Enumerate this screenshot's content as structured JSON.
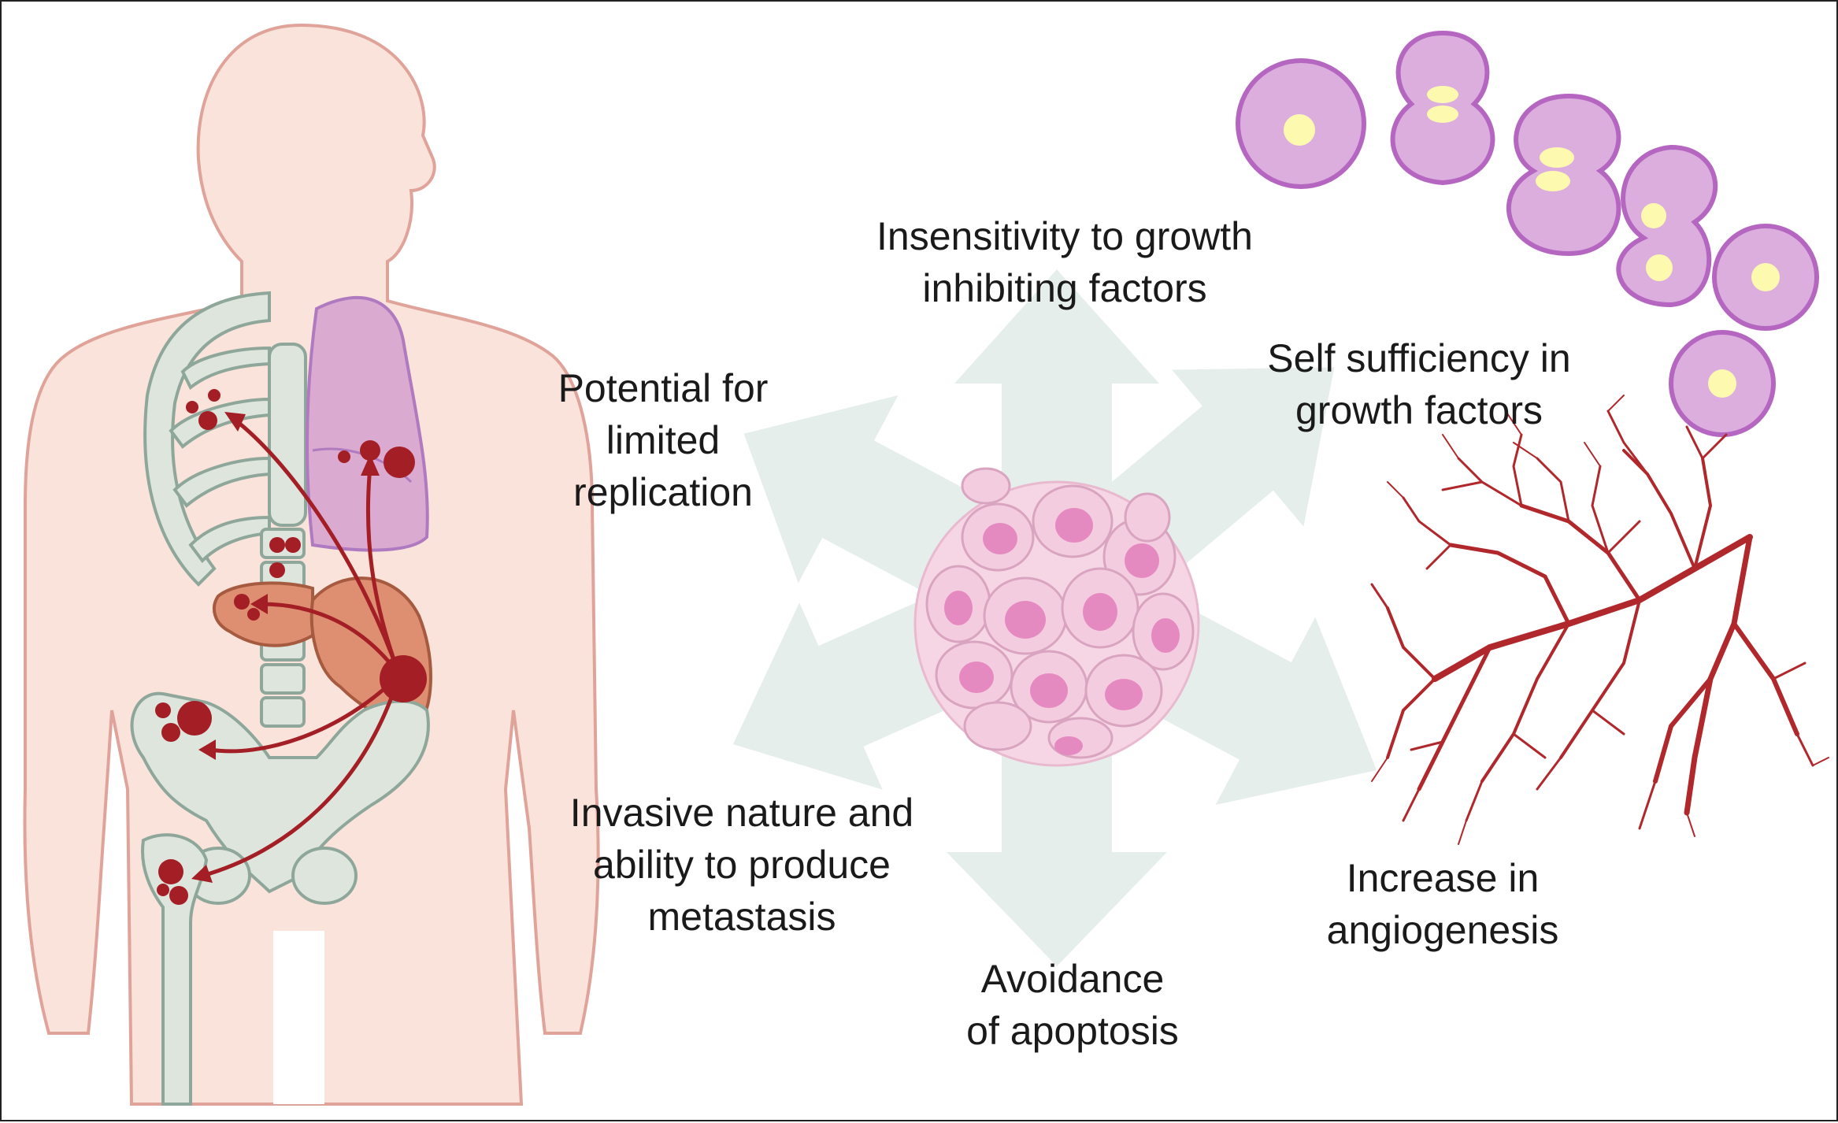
{
  "diagram": {
    "center": "tumor-cell-cluster",
    "labels": {
      "top": [
        "Insensitivity to growth",
        "inhibiting factors"
      ],
      "top_right": [
        "Self sufficiency in",
        "growth factors"
      ],
      "top_left": [
        "Potential for",
        "limited",
        "replication"
      ],
      "bottom_right": [
        "Increase in",
        "angiogenesis"
      ],
      "bottom": [
        "Avoidance",
        "of apoptosis"
      ],
      "bottom_left": [
        "Invasive nature and",
        "ability to produce",
        "metastasis"
      ]
    },
    "illustrations": [
      "human-body-metastasis",
      "dividing-cells",
      "blood-vessel-network"
    ],
    "colors": {
      "arrow_fill": "#e6eeec",
      "body_fill": "#f9e3da",
      "body_outline": "#e0a39a",
      "skeleton": "#dde5dd",
      "lung": "#dbaad0",
      "liver": "#de8f72",
      "tumor_red": "#a31e25",
      "cell_membrane": "#d98ad6",
      "nucleus": "#fdfab0",
      "vessel": "#b0282b",
      "cluster_cell": "#f4cce0",
      "cluster_nucleus": "#e58ac0"
    }
  }
}
